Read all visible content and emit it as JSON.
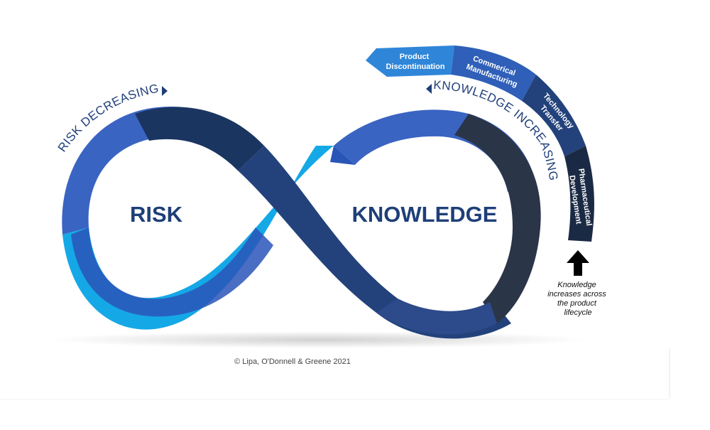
{
  "diagram": {
    "center_labels": {
      "left": "RISK",
      "right": "KNOWLEDGE"
    },
    "arc_labels": {
      "risk": "RISK DECREASING",
      "knowledge": "KNOWLEDGE INCREASING"
    },
    "lifecycle_stages": [
      {
        "line1": "Product",
        "line2": "Discontinuation"
      },
      {
        "line1": "Commerical",
        "line2": "Manufacturing"
      },
      {
        "line1": "Technology",
        "line2": "Transfer"
      },
      {
        "line1": "Pharmaceutical",
        "line2": "Development"
      }
    ],
    "note_lines": [
      "Knowledge",
      "increases across",
      "the product",
      "lifecycle"
    ],
    "copyright": "© Lipa, O'Donnell & Greene 2021",
    "colors": {
      "dark_navy": "#1b3561",
      "navy": "#23427b",
      "mid_blue": "#3a64c2",
      "light_blue": "#15a8e6",
      "text_blue": "#1e3f78"
    },
    "icons": {
      "note_arrow": "arrow-up-icon"
    }
  }
}
